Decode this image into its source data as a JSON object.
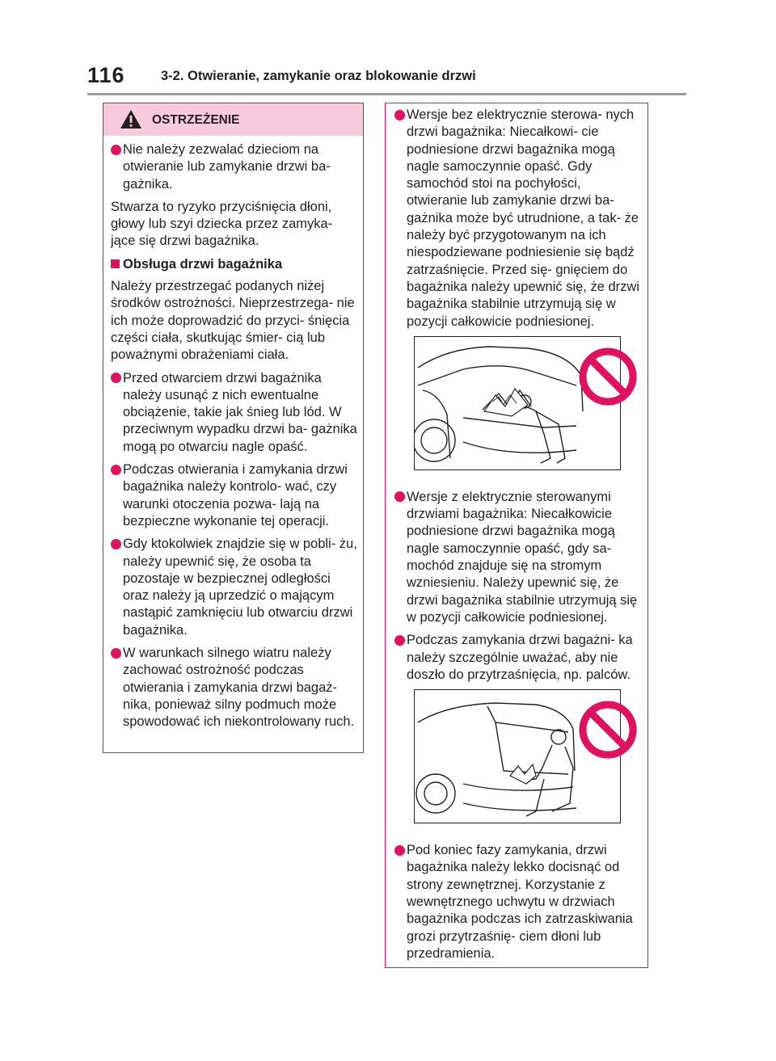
{
  "header": {
    "page_number": "116",
    "section": "3-2. Otwieranie, zamykanie oraz blokowanie drzwi"
  },
  "warning": {
    "title": "OSTRZEŻENIE",
    "items": [
      "Nie należy zezwalać dzieciom na otwieranie lub zamykanie drzwi ba- gażnika.",
      "Stwarza to ryzyko przyciśnięcia dłoni, głowy lub szyi dziecka przez zamyka- jące się drzwi bagażnika."
    ],
    "subheading": "Obsługa drzwi bagażnika",
    "intro": "Należy przestrzegać podanych niżej środków ostrożności. Nieprzestrzega- nie ich może doprowadzić do przyci- śnięcia części ciała, skutkując śmier- cią lub poważnymi obrażeniami ciała.",
    "bullets": [
      "Przed otwarciem drzwi bagażnika należy usunąć z nich ewentualne obciążenie, takie jak śnieg lub lód. W przeciwnym wypadku drzwi ba- gażnika mogą po otwarciu nagle opaść.",
      "Podczas otwierania i zamykania drzwi bagażnika należy kontrolo- wać, czy warunki otoczenia pozwa- lają na bezpieczne wykonanie tej operacji.",
      "Gdy ktokolwiek znajdzie się w pobli- żu, należy upewnić się, że osoba ta pozostaje w bezpiecznej odległości oraz należy ją uprzedzić o mającym nastąpić zamknięciu lub otwarciu drzwi bagażnika.",
      "W warunkach silnego wiatru należy zachować ostrożność podczas otwierania i zamykania drzwi bagaż- nika, ponieważ silny podmuch może spowodować ich niekontrolowany ruch."
    ]
  },
  "right": {
    "bullet1": "Wersje bez elektrycznie sterowa- nych drzwi bagażnika: Niecałkowi- cie podniesione drzwi bagażnika mogą nagle samoczynnie opaść. Gdy samochód stoi na pochyłości, otwieranie lub zamykanie drzwi ba- gażnika może być utrudnione, a tak- że należy być przygotowanym na ich niespodziewane podniesienie się bądź zatrzaśnięcie. Przed się- gnięciem do bagażnika należy upewnić się, że drzwi bagażnika stabilnie utrzymują się w pozycji całkowicie podniesionej.",
    "bullet2": "Wersje z elektrycznie sterowanymi drzwiami bagażnika: Niecałkowicie podniesione drzwi bagażnika mogą nagle samoczynnie opaść, gdy sa- mochód znajduje się na stromym wzniesieniu. Należy upewnić się, że drzwi bagażnika stabilnie utrzymują się w pozycji całkowicie podniesionej.",
    "bullet3": "Podczas zamykania drzwi bagażni- ka należy szczególnie uważać, aby nie doszło do przytrzaśnięcia, np. palców.",
    "bullet4": "Pod koniec fazy zamykania, drzwi bagażnika należy lekko docisnąć od strony zewnętrznej. Korzystanie z wewnętrznego uchwytu w drzwiach bagażnika podczas ich zatrzaskiwania grozi przytrzaśnię- ciem dłoni lub przedramienia."
  },
  "colors": {
    "accent": "#e0115f",
    "warning_header": "#f7cbdb",
    "rule": "#9b9b9b"
  },
  "icons": [
    "warning-triangle-icon",
    "bullet-dot-icon",
    "prohibited-icon"
  ]
}
